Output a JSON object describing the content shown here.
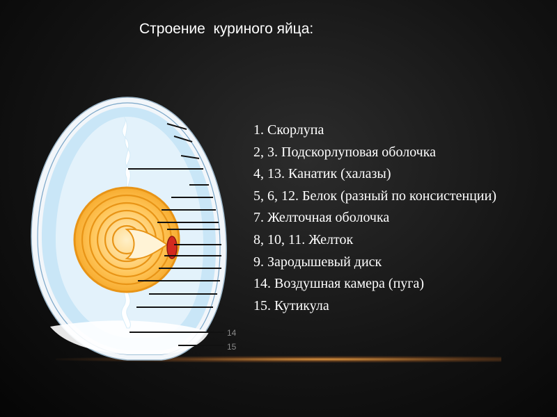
{
  "title": "Строение  куриного яйца:",
  "legend": [
    "1. Скорлупа",
    "2, 3. Подскорлуповая оболочка",
    "4, 13. Канатик (халазы)",
    "5, 6, 12. Белок (разный по консистенции)",
    "7. Желточная оболочка",
    "8, 10, 11. Желток",
    "9. Зародышевый диск",
    "14. Воздушная камера (пуга)",
    "15. Кутикула"
  ],
  "callout_numbers": {
    "n14": "14",
    "n15": "15"
  },
  "colors": {
    "shell_outer": "#f2f6fa",
    "albumen_outer": "#c9e6f7",
    "albumen_inner": "#e3f2fb",
    "yolk_light": "#ffd27a",
    "yolk_dark": "#f5a524",
    "germinal_disc": "#d42a1f",
    "leader_line": "#111111"
  }
}
